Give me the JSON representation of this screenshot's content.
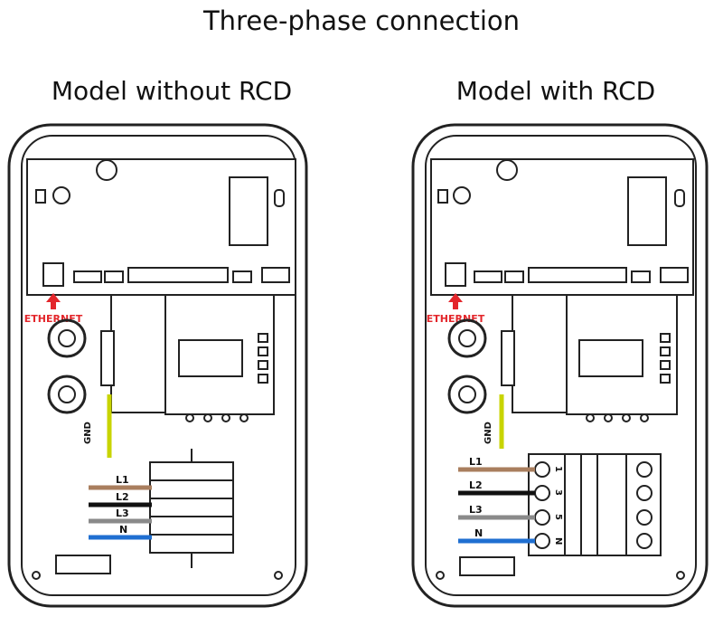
{
  "title": "Three-phase connection",
  "models": [
    {
      "name": "Model without RCD",
      "ethernet_label": "ETHERNET",
      "gnd_label": "GND",
      "wires": [
        "L1",
        "L2",
        "L3",
        "N"
      ]
    },
    {
      "name": "Model with RCD",
      "ethernet_label": "ETHERNET",
      "gnd_label": "GND",
      "wires": [
        "L1",
        "L2",
        "L3",
        "N"
      ],
      "rcd_terminals": [
        "1",
        "3",
        "5",
        "N"
      ]
    }
  ],
  "colors": {
    "L1": "#a97e5e",
    "L2": "#111111",
    "L3": "#8a8a8a",
    "N": "#1f6fd1",
    "ground": "#c8d400",
    "arrow": "#e3262b",
    "outline": "#222222"
  }
}
